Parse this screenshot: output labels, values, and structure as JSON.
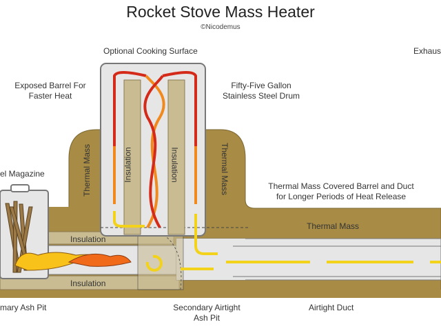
{
  "title": "Rocket Stove Mass Heater",
  "copyright": "©Nicodemus",
  "labels": {
    "cooking_surface": "Optional Cooking Surface",
    "exhaust": "Exhaus",
    "exposed_barrel_1": "Exposed Barrel For",
    "exposed_barrel_2": "Faster Heat",
    "drum_1": "Fifty-Five Gallon",
    "drum_2": "Stainless Steel Drum",
    "fuel_magazine": "el Magazine",
    "thermal_mass_left": "Thermal Mass",
    "thermal_mass_right": "Thermal Mass",
    "insulation_left": "Insulation",
    "insulation_right": "Insulation",
    "covered_1": "Thermal Mass Covered Barrel and Duct",
    "covered_2": "for Longer Periods of Heat Release",
    "thermal_mass_duct": "Thermal Mass",
    "insulation_top": "Insulation",
    "insulation_bottom": "Insulation",
    "primary_ash_pit": "mary Ash Pit",
    "secondary_1": "Secondary Airtight",
    "secondary_2": "Ash Pit",
    "airtight_duct": "Airtight Duct"
  },
  "colors": {
    "thermal_mass": "#a88c46",
    "insulation": "#c9bc93",
    "channel": "#e6e6e6",
    "flame_hot": "#d42a1a",
    "flame_warm": "#f08a1e",
    "flow_cool": "#f2d21a"
  }
}
